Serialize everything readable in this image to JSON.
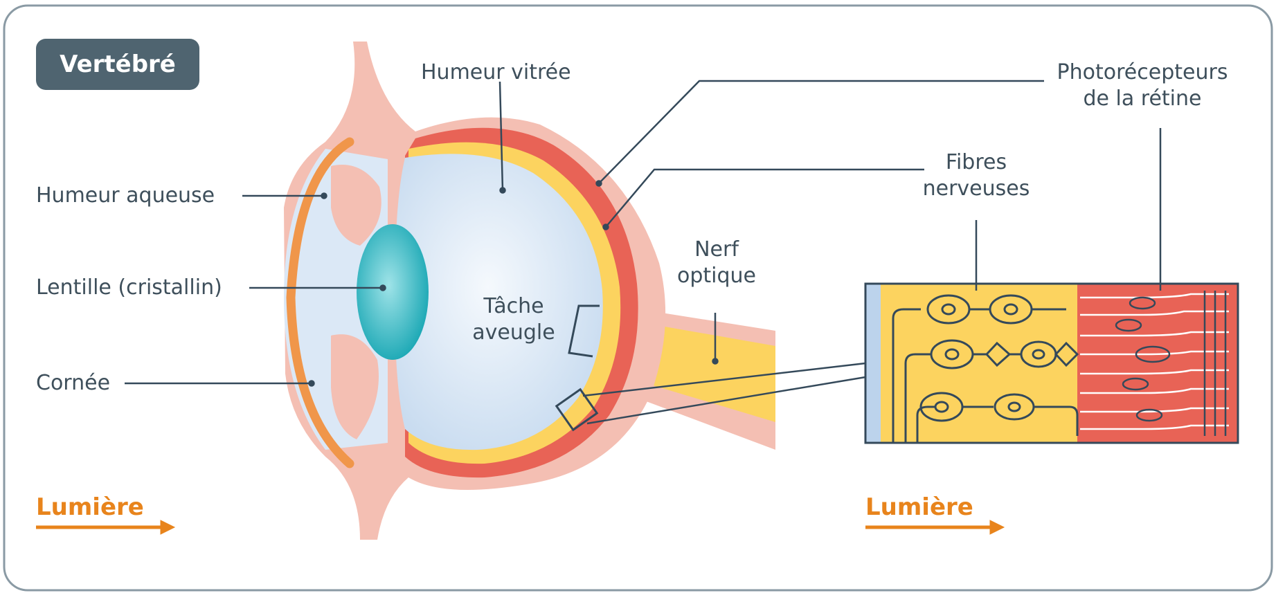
{
  "badge": "Vertébré",
  "labels": {
    "humeur_vitree": "Humeur vitrée",
    "photorecepteurs_1": "Photorécepteurs",
    "photorecepteurs_2": "de la rétine",
    "fibres_1": "Fibres",
    "fibres_2": "nerveuses",
    "humeur_aqueuse": "Humeur aqueuse",
    "lentille": "Lentille (cristallin)",
    "cornee": "Cornée",
    "nerf_1": "Nerf",
    "nerf_2": "optique",
    "tache_1": "Tâche",
    "tache_2": "aveugle"
  },
  "lumiere_left": "Lumière",
  "lumiere_right": "Lumière",
  "colors": {
    "frame": "#8a9aa4",
    "badge": "#4f6470",
    "text": "#3e4f5b",
    "pink": "#f4bfb3",
    "red": "#e86356",
    "yellow": "#fcd35f",
    "vitreous": "#dbe8f6",
    "lens": "#1fb3bf",
    "cornea": "#f0964a",
    "orange_text": "#e8841c",
    "line": "#34495a"
  }
}
